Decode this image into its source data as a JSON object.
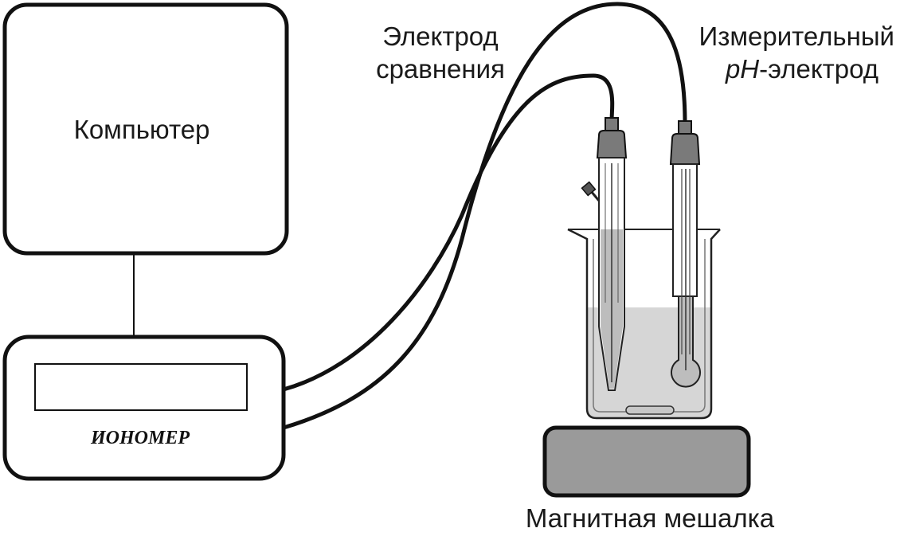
{
  "labels": {
    "computer": "Компьютер",
    "ionomer": "ИОНОМЕР",
    "reference_electrode_line1": "Электрод",
    "reference_electrode_line2": "сравнения",
    "measuring_electrode_line1": "Измерительный",
    "measuring_electrode_line2_italic": "pH",
    "measuring_electrode_line2_rest": "-электрод",
    "magnetic_stirrer": "Магнитная мешалка"
  },
  "colors": {
    "outline": "#111111",
    "electrode_cap": "#7a7a7a",
    "solution": "#d6d6d6",
    "stirrer_plate": "#9a9a9a",
    "stir_bar": "#c8c8c8"
  }
}
